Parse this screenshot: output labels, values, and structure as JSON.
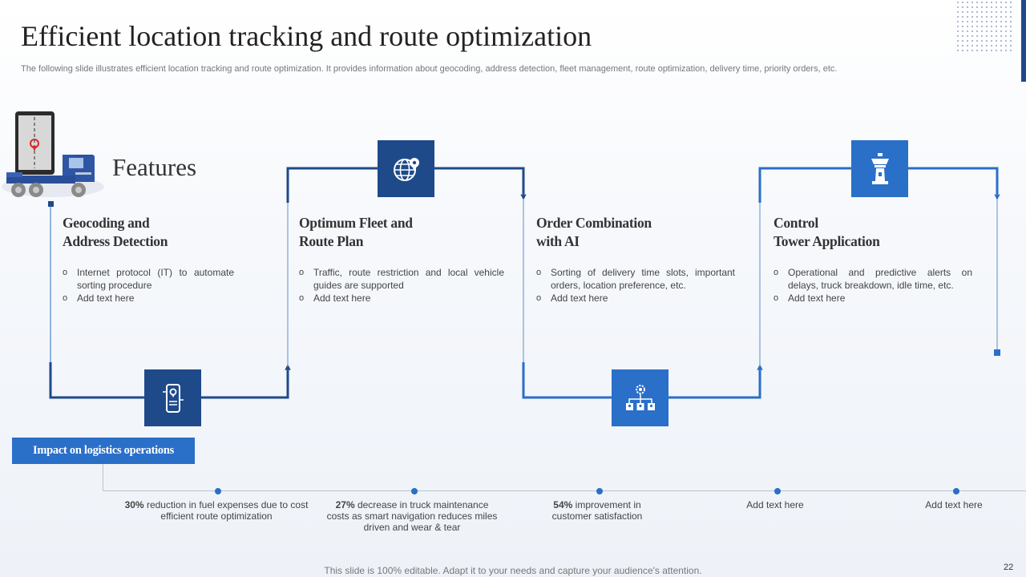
{
  "slide": {
    "title": "Efficient location tracking and route optimization",
    "subtitle": "The following slide illustrates efficient location tracking and route optimization. It provides information about geocoding, address detection, fleet management, route optimization, delivery time, priority orders, etc.",
    "features_label": "Features",
    "footer": "This slide is 100% editable. Adapt it to your needs and capture your audience's attention.",
    "page_number": "22"
  },
  "cards": [
    {
      "title_line1": "Geocoding and",
      "title_line2": "Address Detection",
      "bullets": [
        "Internet protocol (IT) to automate sorting procedure",
        "Add text here"
      ],
      "icon": "phone-location-icon"
    },
    {
      "title_line1": "Optimum Fleet and",
      "title_line2": "Route Plan",
      "bullets": [
        "Traffic, route restriction and local vehicle guides are supported",
        "Add text here"
      ],
      "icon": "globe-location-icon"
    },
    {
      "title_line1": "Order Combination",
      "title_line2": "with AI",
      "bullets": [
        "Sorting of delivery time slots, important orders, location preference, etc.",
        "Add text here"
      ],
      "icon": "network-gear-icon"
    },
    {
      "title_line1": "Control",
      "title_line2": "Tower Application",
      "bullets": [
        "Operational and predictive alerts on delays, truck breakdown, idle time, etc.",
        "Add text here"
      ],
      "icon": "control-tower-icon"
    }
  ],
  "impact": {
    "label": "Impact on logistics operations",
    "items": [
      {
        "bold": "30%",
        "text": " reduction in fuel expenses due to cost efficient route optimization"
      },
      {
        "bold": "27%",
        "text": " decrease in truck maintenance costs as smart navigation reduces miles driven and wear & tear"
      },
      {
        "bold": "54%",
        "text": " improvement in customer satisfaction"
      },
      {
        "bold": "",
        "text": "Add text here"
      },
      {
        "bold": "",
        "text": "Add text here"
      }
    ]
  },
  "colors": {
    "dark_blue": "#1f4a8a",
    "light_blue": "#2a6fc8",
    "thin_line": "#5b8fd0"
  }
}
